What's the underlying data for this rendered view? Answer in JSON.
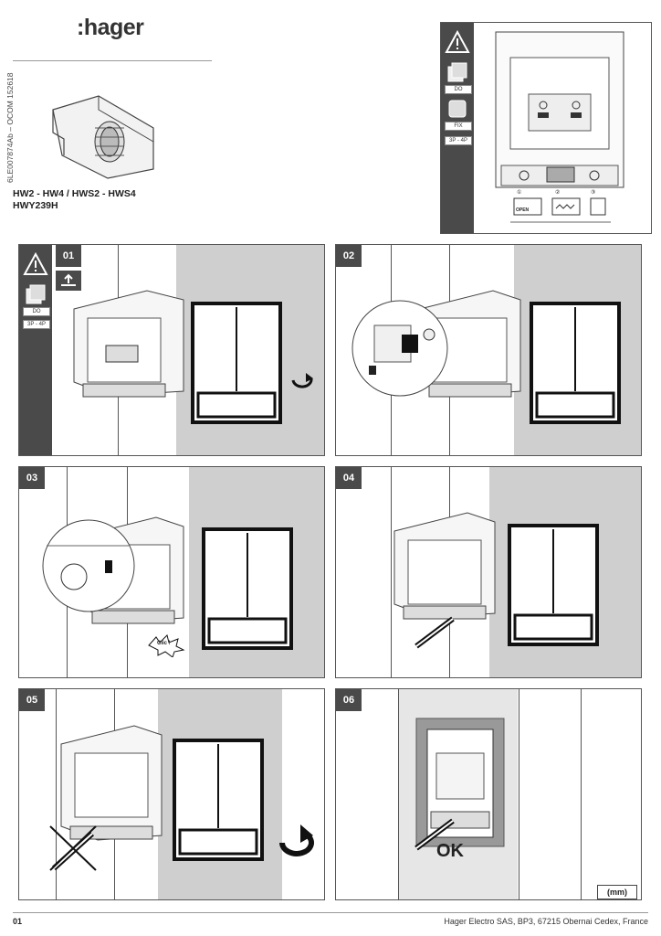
{
  "header": {
    "logo": ":hager",
    "doc_ref": "6LE007874Ab – OCOM 152618",
    "product_codes": [
      "HW2 - HW4 / HWS2 - HWS4",
      "HWY239H"
    ]
  },
  "top_panel": {
    "chips": [
      "DO",
      "FIX",
      "3P - 4P"
    ],
    "callouts": [
      "①",
      "②",
      "③"
    ],
    "open_label": "OPEN"
  },
  "steps": [
    {
      "number": "01",
      "chips": [
        "DO",
        "3P - 4P"
      ]
    },
    {
      "number": "02"
    },
    {
      "number": "03",
      "click_label": "Clic !"
    },
    {
      "number": "04"
    },
    {
      "number": "05"
    },
    {
      "number": "06",
      "ok_label": "OK"
    }
  ],
  "units": "(mm)",
  "footer": {
    "page": "01",
    "address": "Hager Electro SAS, BP3, 67215 Obernai Cedex, France"
  },
  "colors": {
    "dark_strip": "#4a4a4a",
    "panel_grey": "#cfcfcf"
  }
}
